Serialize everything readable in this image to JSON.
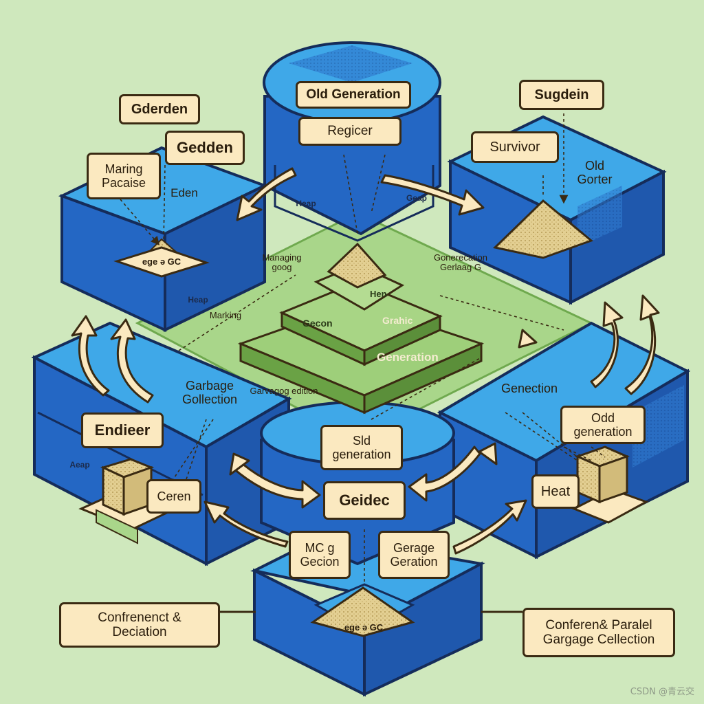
{
  "diagram": {
    "labels": {
      "old_generation_top": "Old Generation",
      "register": "Regicer",
      "gderden": "Gderden",
      "gedden": "Gedden",
      "maring_pacaise": "Maring\nPacaise",
      "eden": "Eden",
      "sugdein": "Sugdein",
      "survivor": "Survivor",
      "old_gorter": "Old\nGorter",
      "pyr_hen": "Hen",
      "pyr_graphic": "Grahic",
      "pyr_gecon": "Gecon",
      "pyr_generation": "Generation",
      "garbage_collection_left": "Garbage\nGollection",
      "endieer": "Endieer",
      "ceren": "Ceren",
      "sld_generation": "Sld\ngeneration",
      "geidec": "Geidec",
      "mc_gecion": "MC g\nGecion",
      "gerage_generation": "Gerage\nGeration",
      "genection": "Genection",
      "odd_generation": "Odd\ngeneration",
      "heat": "Heat",
      "confrenenct_deciation": "Confrenenct &\nDeciation",
      "concurrent_parallel": "Conferen& Paralel\nGargage Cellection",
      "managing_goog": "Managing\ngoog",
      "marking": "Marking",
      "gongeneration": "Gonerecation\nGerlaag G",
      "garbage_edition": "Garvagog edition",
      "heap_left": "Heap",
      "heap_mid": "Heap",
      "geap": "Geap",
      "aeap": "Aeap",
      "gc_left": "ege ə GC",
      "gc_bottom": "ege ə GC"
    }
  },
  "watermark": "CSDN @青云交"
}
